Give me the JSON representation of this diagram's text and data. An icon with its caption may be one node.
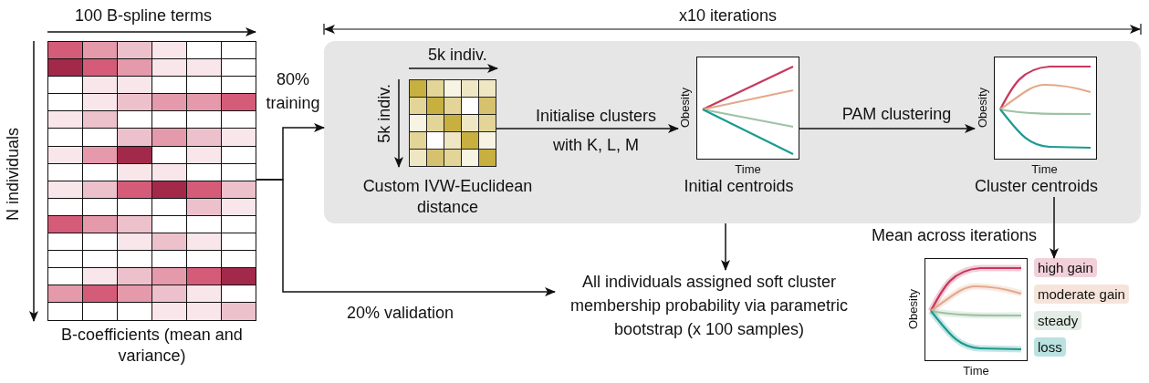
{
  "diagram": {
    "nodes": [
      {
        "text": [],
        "shape": "picture",
        "beside": [
          "B-coefficients (mean and variance)"
        ]
      },
      {
        "text": [],
        "shape": "box"
      },
      {
        "text": [],
        "shape": "picture",
        "in": 1,
        "beside": [
          "Custom IVW-Euclidean distance"
        ]
      },
      {
        "text": [],
        "shape": "picture",
        "in": 1,
        "beside": [
          "Initial centroids"
        ]
      },
      {
        "text": [],
        "shape": "picture",
        "in": 1,
        "beside": [
          "Cluster centroids"
        ]
      },
      {
        "text": [
          "All individuals assigned soft cluster membership probability via parametric bootstrap (x 100 samples)"
        ]
      },
      {
        "text": [],
        "shape": "picture"
      }
    ],
    "edges": [
      {
        "from": 0,
        "to": 1,
        "arrow": "to",
        "label": "80% training"
      },
      {
        "from": 0,
        "to": 5,
        "arrow": "to",
        "label": "20% validation"
      },
      {
        "from": 2,
        "to": 3,
        "arrow": "to",
        "label": "Initialise clusters with K, L, M"
      },
      {
        "from": 3,
        "to": 4,
        "arrow": "to",
        "label": "PAM clustering"
      },
      {
        "from": 4,
        "to": 6,
        "arrow": "to",
        "label": "Mean across iterations"
      },
      {
        "from": 1,
        "to": 5,
        "arrow": "to"
      }
    ],
    "labels": [
      "100 B-spline terms",
      "x10 iterations",
      "N individuals",
      "5k indiv.",
      "5k indiv.",
      "Obesity",
      "Time",
      "Obesity",
      "Time",
      "Obesity",
      "Time"
    ],
    "legend": [
      {
        "text": "high gain",
        "color": "#f2d0da"
      },
      {
        "text": "moderate gain",
        "color": "#f6e4da"
      },
      {
        "text": "steady",
        "color": "#e3ece4"
      },
      {
        "text": "loss",
        "color": "#b9e2e0"
      }
    ]
  }
}
